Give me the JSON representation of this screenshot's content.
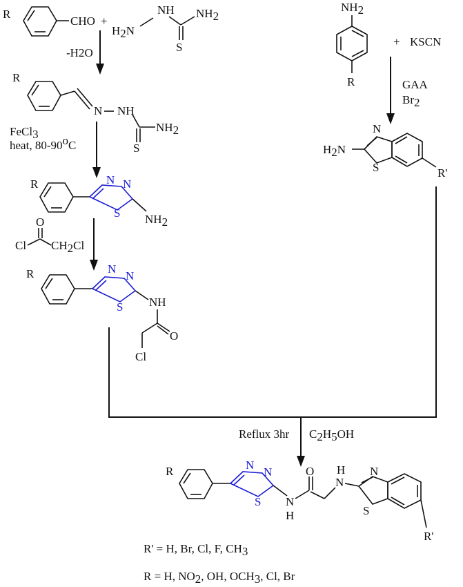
{
  "labels": {
    "R": "R",
    "R_prime": "R'",
    "cho": "CHO",
    "plus": "+",
    "nh": "NH",
    "nh2": "NH",
    "nh2_sub": "2",
    "h2n": "H",
    "h2n_sub": "2",
    "h2n_n": "N",
    "s": "S",
    "n": "N",
    "o": "O",
    "h": "H",
    "cl": "Cl",
    "ch2cl_ch": "CH",
    "ch2cl_sub": "2",
    "ch2cl_cl": "Cl",
    "kscn": "KSCN",
    "n_nh": "N–NH",
    "n_n": "N–N"
  },
  "conditions": {
    "minus_h2o": "-H2O",
    "fecl3": "FeCl",
    "fecl3_sub": "3",
    "heat": "heat, 80-90",
    "deg_sup": "o",
    "deg_c": "C",
    "gaa": "GAA",
    "br2": "Br",
    "br2_sub": "2",
    "reflux": "Reflux 3hr",
    "c2h5oh_c": "C",
    "c2h5oh_sub1": "2",
    "c2h5oh_h": "H",
    "c2h5oh_sub2": "5",
    "c2h5oh_oh": "OH"
  },
  "substituents": {
    "r_prime_prefix": "R' = ",
    "r_prime_values": "H, Br, Cl, F, CH",
    "r_prime_sub": "3",
    "r_prefix": "R = ",
    "r_values_1": "H, NO",
    "r_values_sub": "2",
    "r_values_2": ", OH, OCH",
    "r_values_sub2": "3",
    "r_values_3": ", Cl, Br"
  },
  "colors": {
    "heteroatom_ring": "#1a1ad6",
    "default": "#111111"
  }
}
